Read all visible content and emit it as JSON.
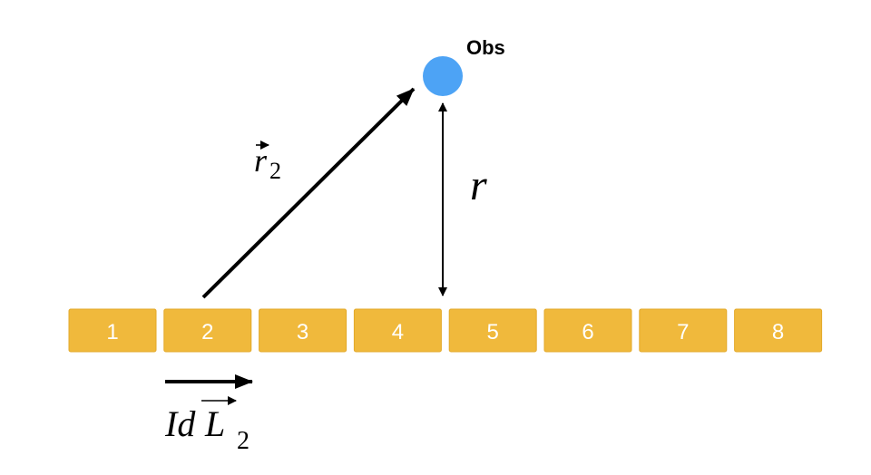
{
  "colors": {
    "segment_fill": "#F0B93C",
    "segment_edge": "#E3A92A",
    "observer": "#4DA3F5",
    "ink": "#000000"
  },
  "observer": {
    "label": "Obs"
  },
  "vector_r2": {
    "symbol": "r",
    "subscript": "2"
  },
  "distance": {
    "symbol": "r"
  },
  "current_element": {
    "symbol": "Id",
    "vector": "L",
    "subscript": "2"
  },
  "segments": [
    {
      "label": "1"
    },
    {
      "label": "2"
    },
    {
      "label": "3"
    },
    {
      "label": "4"
    },
    {
      "label": "5"
    },
    {
      "label": "6"
    },
    {
      "label": "7"
    },
    {
      "label": "8"
    }
  ]
}
